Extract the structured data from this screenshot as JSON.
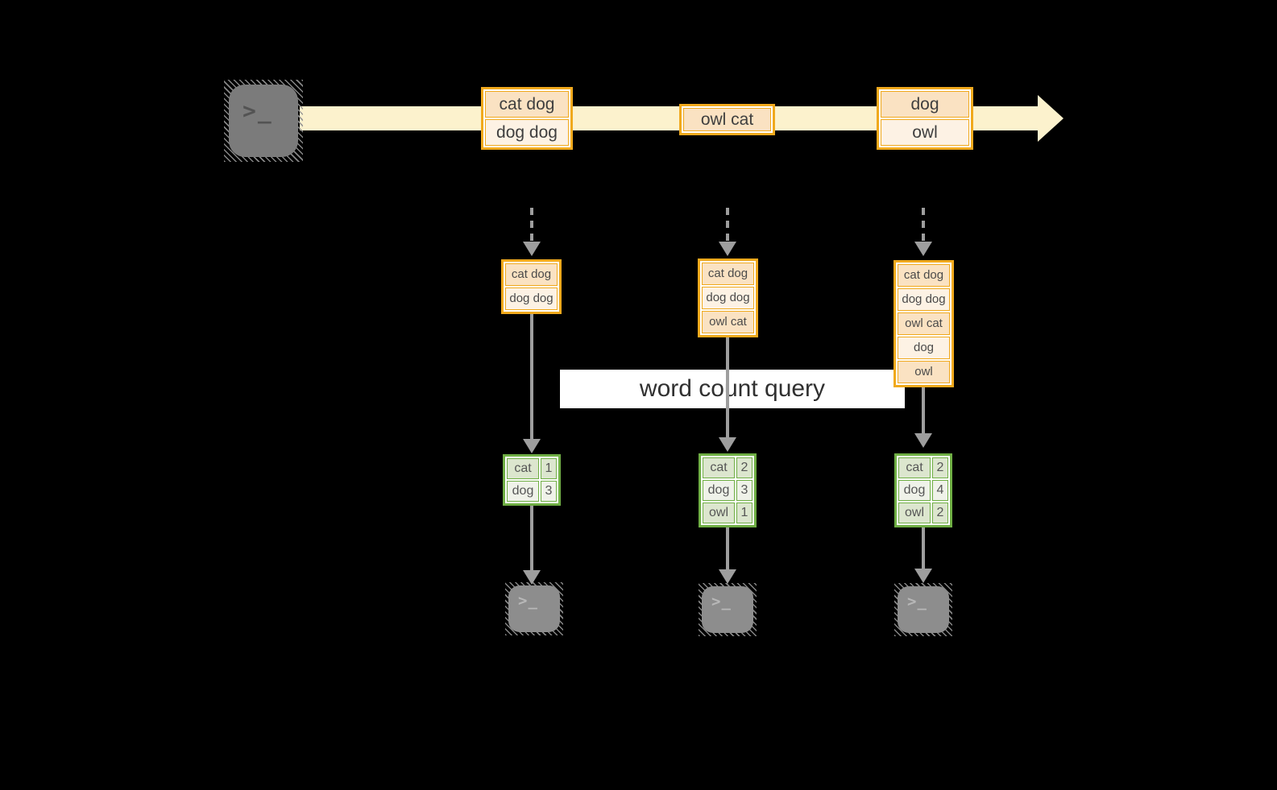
{
  "colors": {
    "background": "#000000",
    "stream_fill": "#FCF2CD",
    "event_border": "#F0A91D",
    "event_row_dark": "#FAE2C2",
    "event_row_light": "#FDF2E4",
    "table_border": "#6FAE44",
    "table_row_dark": "#DCE6CE",
    "table_row_light": "#EFF2E9",
    "arrow_gray": "#9E9E9E"
  },
  "query_label": "word count query",
  "terminal_glyph": ">_",
  "stream": {
    "events": [
      {
        "rows": [
          "cat dog",
          "dog dog"
        ]
      },
      {
        "rows": [
          "owl cat"
        ]
      },
      {
        "rows": [
          "dog",
          "owl"
        ]
      }
    ]
  },
  "columns": [
    {
      "buffered_events": [
        "cat dog",
        "dog dog"
      ],
      "counts": [
        {
          "word": "cat",
          "count": "1"
        },
        {
          "word": "dog",
          "count": "3"
        }
      ]
    },
    {
      "buffered_events": [
        "cat dog",
        "dog dog",
        "owl cat"
      ],
      "counts": [
        {
          "word": "cat",
          "count": "2"
        },
        {
          "word": "dog",
          "count": "3"
        },
        {
          "word": "owl",
          "count": "1"
        }
      ]
    },
    {
      "buffered_events": [
        "cat dog",
        "dog dog",
        "owl cat",
        "dog",
        "owl"
      ],
      "counts": [
        {
          "word": "cat",
          "count": "2"
        },
        {
          "word": "dog",
          "count": "4"
        },
        {
          "word": "owl",
          "count": "2"
        }
      ]
    }
  ]
}
